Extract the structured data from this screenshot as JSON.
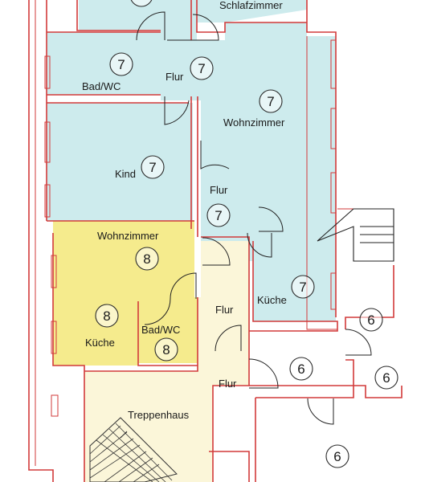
{
  "rooms": {
    "schlafzimmer": "Schlafzimmer",
    "bad_wc_7": "Bad/WC",
    "flur_top": "Flur",
    "wohnzimmer_7": "Wohnzimmer",
    "kind": "Kind",
    "flur_mid": "Flur",
    "wohnzimmer_8": "Wohnzimmer",
    "kueche_7": "Küche",
    "flur_8": "Flur",
    "kueche_8": "Küche",
    "bad_wc_8": "Bad/WC",
    "flur_bottom": "Flur",
    "treppenhaus": "Treppenhaus"
  },
  "unit_numbers": {
    "top_partial": "7",
    "bad_wc_7": "7",
    "flur_top": "7",
    "wohnzimmer_7": "7",
    "kind": "7",
    "flur_mid": "7",
    "kueche_7": "7",
    "wohnzimmer_8": "8",
    "kueche_8": "8",
    "bad_wc_8": "8",
    "right_a": "6",
    "right_b": "6",
    "right_c": "6",
    "bottom_right": "6"
  },
  "colors": {
    "unit_7_fill": "#cdebed",
    "unit_8_fill": "#f5eb8d",
    "stair_fill": "#fbf6d9",
    "wall": "#d23a3a"
  }
}
